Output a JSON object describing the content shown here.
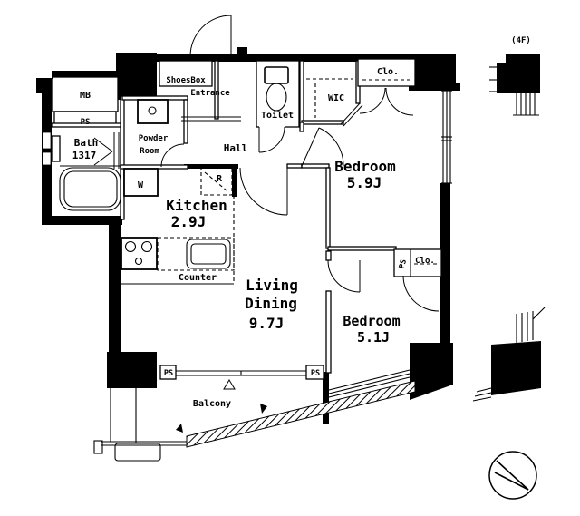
{
  "document": {
    "type": "apartment-floor-plan"
  },
  "rooms": {
    "meter_box": {
      "label": "MB"
    },
    "pipe_shaft_top": {
      "label": "PS"
    },
    "bath": {
      "label": "Bath",
      "size": "1317"
    },
    "powder_room": {
      "line1": "Powder",
      "line2": "Room"
    },
    "laundry": {
      "label": "W"
    },
    "shoes_box": {
      "label": "ShoesBox"
    },
    "entrance": {
      "label": "Entrance"
    },
    "toilet": {
      "label": "Toilet"
    },
    "walk_in_closet": {
      "label": "WIC"
    },
    "closet_north": {
      "label": "Clo."
    },
    "hall": {
      "label": "Hall"
    },
    "kitchen": {
      "label": "Kitchen",
      "size": "2.9J"
    },
    "refrigerator_space": {
      "label": "R"
    },
    "counter": {
      "label": "Counter"
    },
    "living_dining": {
      "line1": "Living",
      "line2": "Dining",
      "size": "9.7J"
    },
    "bedroom_north": {
      "label": "Bedroom",
      "size": "5.9J"
    },
    "bedroom_south": {
      "label": "Bedroom",
      "size": "5.1J"
    },
    "closet_south": {
      "label": "Clo."
    },
    "pipe_shaft_mid": {
      "label": "PS"
    },
    "pipe_shaft_balcony_left": {
      "label": "PS"
    },
    "pipe_shaft_balcony_right": {
      "label": "PS"
    },
    "balcony": {
      "label": "Balcony"
    }
  },
  "annotations": {
    "floor_note": "(4F)"
  },
  "colors": {
    "line": "#000000",
    "background": "#ffffff"
  }
}
